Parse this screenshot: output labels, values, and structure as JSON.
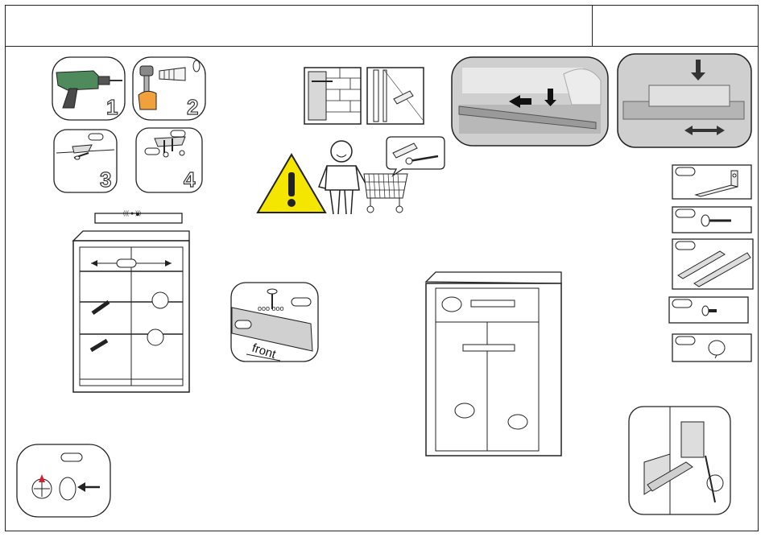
{
  "tools": {
    "drill_number": "1",
    "hammer_number": "2",
    "screw_mount_number": "3",
    "screw_fix_number": "4"
  },
  "drawer_plate": {
    "label": "front"
  },
  "icons": {
    "drill": "drill-icon",
    "hammer": "hammer-icon",
    "wall_plug": "wall-plug-icon",
    "warning": "warning-triangle-icon",
    "person": "assembler-person-icon",
    "cart": "shopping-cart-icon",
    "spirit_level": "spirit-level-icon",
    "cam_lock": "cam-lock-icon",
    "hinge": "hinge-icon"
  },
  "colors": {
    "warning_fill": "#f5e600",
    "line": "#222222",
    "photo_bg": "#cfcfcf"
  }
}
